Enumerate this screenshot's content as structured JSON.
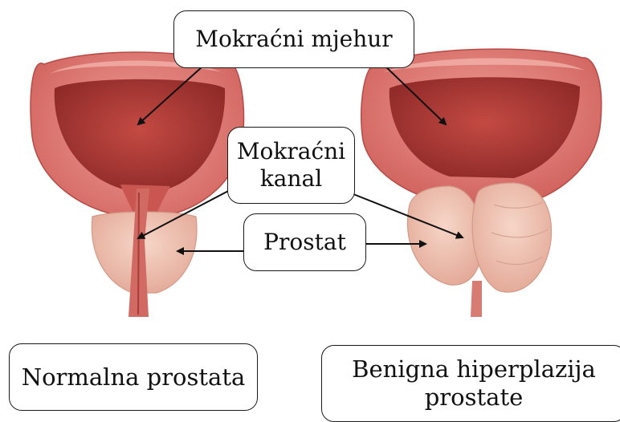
{
  "labels": {
    "bladder": "Mokraćni mjehur",
    "urethra_line1": "Mokraćni",
    "urethra_line2": "kanal",
    "prostate": "Prostat",
    "normal": "Normalna prostata",
    "bph_line1": "Benigna hiperplazija",
    "bph_line2": "prostate"
  },
  "colors": {
    "bladder_outer": "#d9746f",
    "bladder_inner": "#a8322f",
    "bladder_rim": "#e8918a",
    "prostate_tissue": "#f0c3b0",
    "prostate_lobe": "#f3d0c4",
    "arrow": "#111111"
  }
}
